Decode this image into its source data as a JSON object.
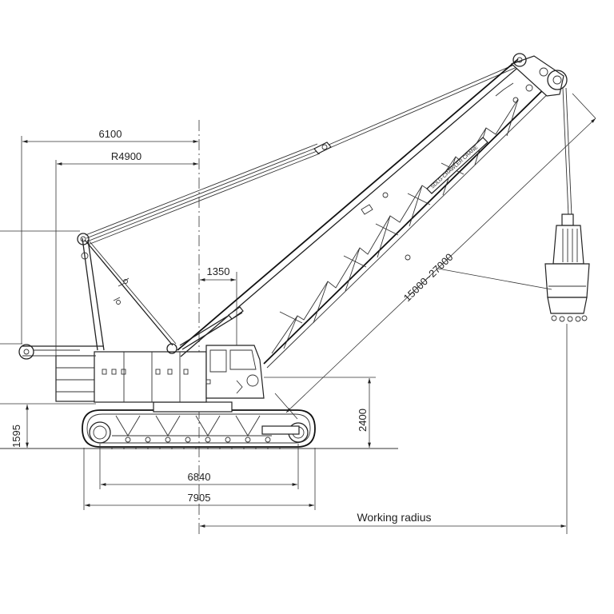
{
  "dimensions": {
    "d6100": "6100",
    "r4900": "R4900",
    "d1350": "1350",
    "boom_length": "15000~27000",
    "d1595": "1595",
    "d2400": "2400",
    "d6840": "6840",
    "d7905": "7905"
  },
  "working_radius_label": "Working radius",
  "boom_plate_text": "SDLG·CRAWLER CRANE"
}
